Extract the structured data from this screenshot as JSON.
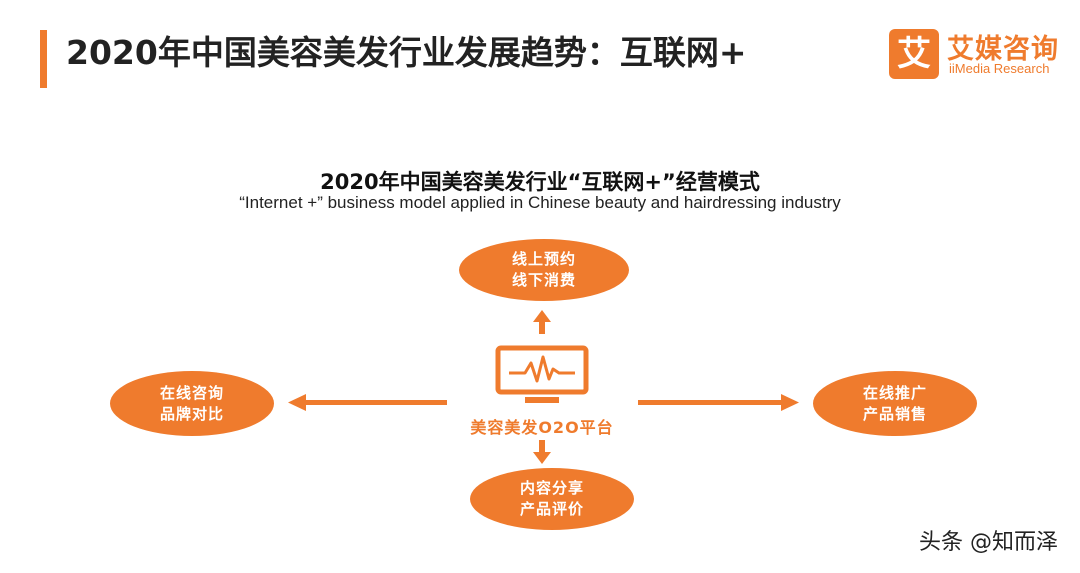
{
  "slide": {
    "title": "2020年中国美容美发行业发展趋势：互联网+",
    "accent_color": "#ef7b2d"
  },
  "logo": {
    "mark": "艾",
    "name": "艾媒咨询",
    "sub": "iiMedia Research"
  },
  "diagram": {
    "title": "2020年中国美容美发行业“互联网+”经营模式",
    "subtitle": "“Internet +”  business model applied  in Chinese beauty and hairdressing industry",
    "hub": {
      "label": "美容美发O2O平台",
      "icon": "monitor-pulse-icon"
    },
    "nodes": {
      "top": {
        "line1": "线上预约",
        "line2": "线下消费"
      },
      "left": {
        "line1": "在线咨询",
        "line2": "品牌对比"
      },
      "right": {
        "line1": "在线推广",
        "line2": "产品销售"
      },
      "bottom": {
        "line1": "内容分享",
        "line2": "产品评价"
      }
    }
  },
  "watermark": "头条 @知而泽"
}
